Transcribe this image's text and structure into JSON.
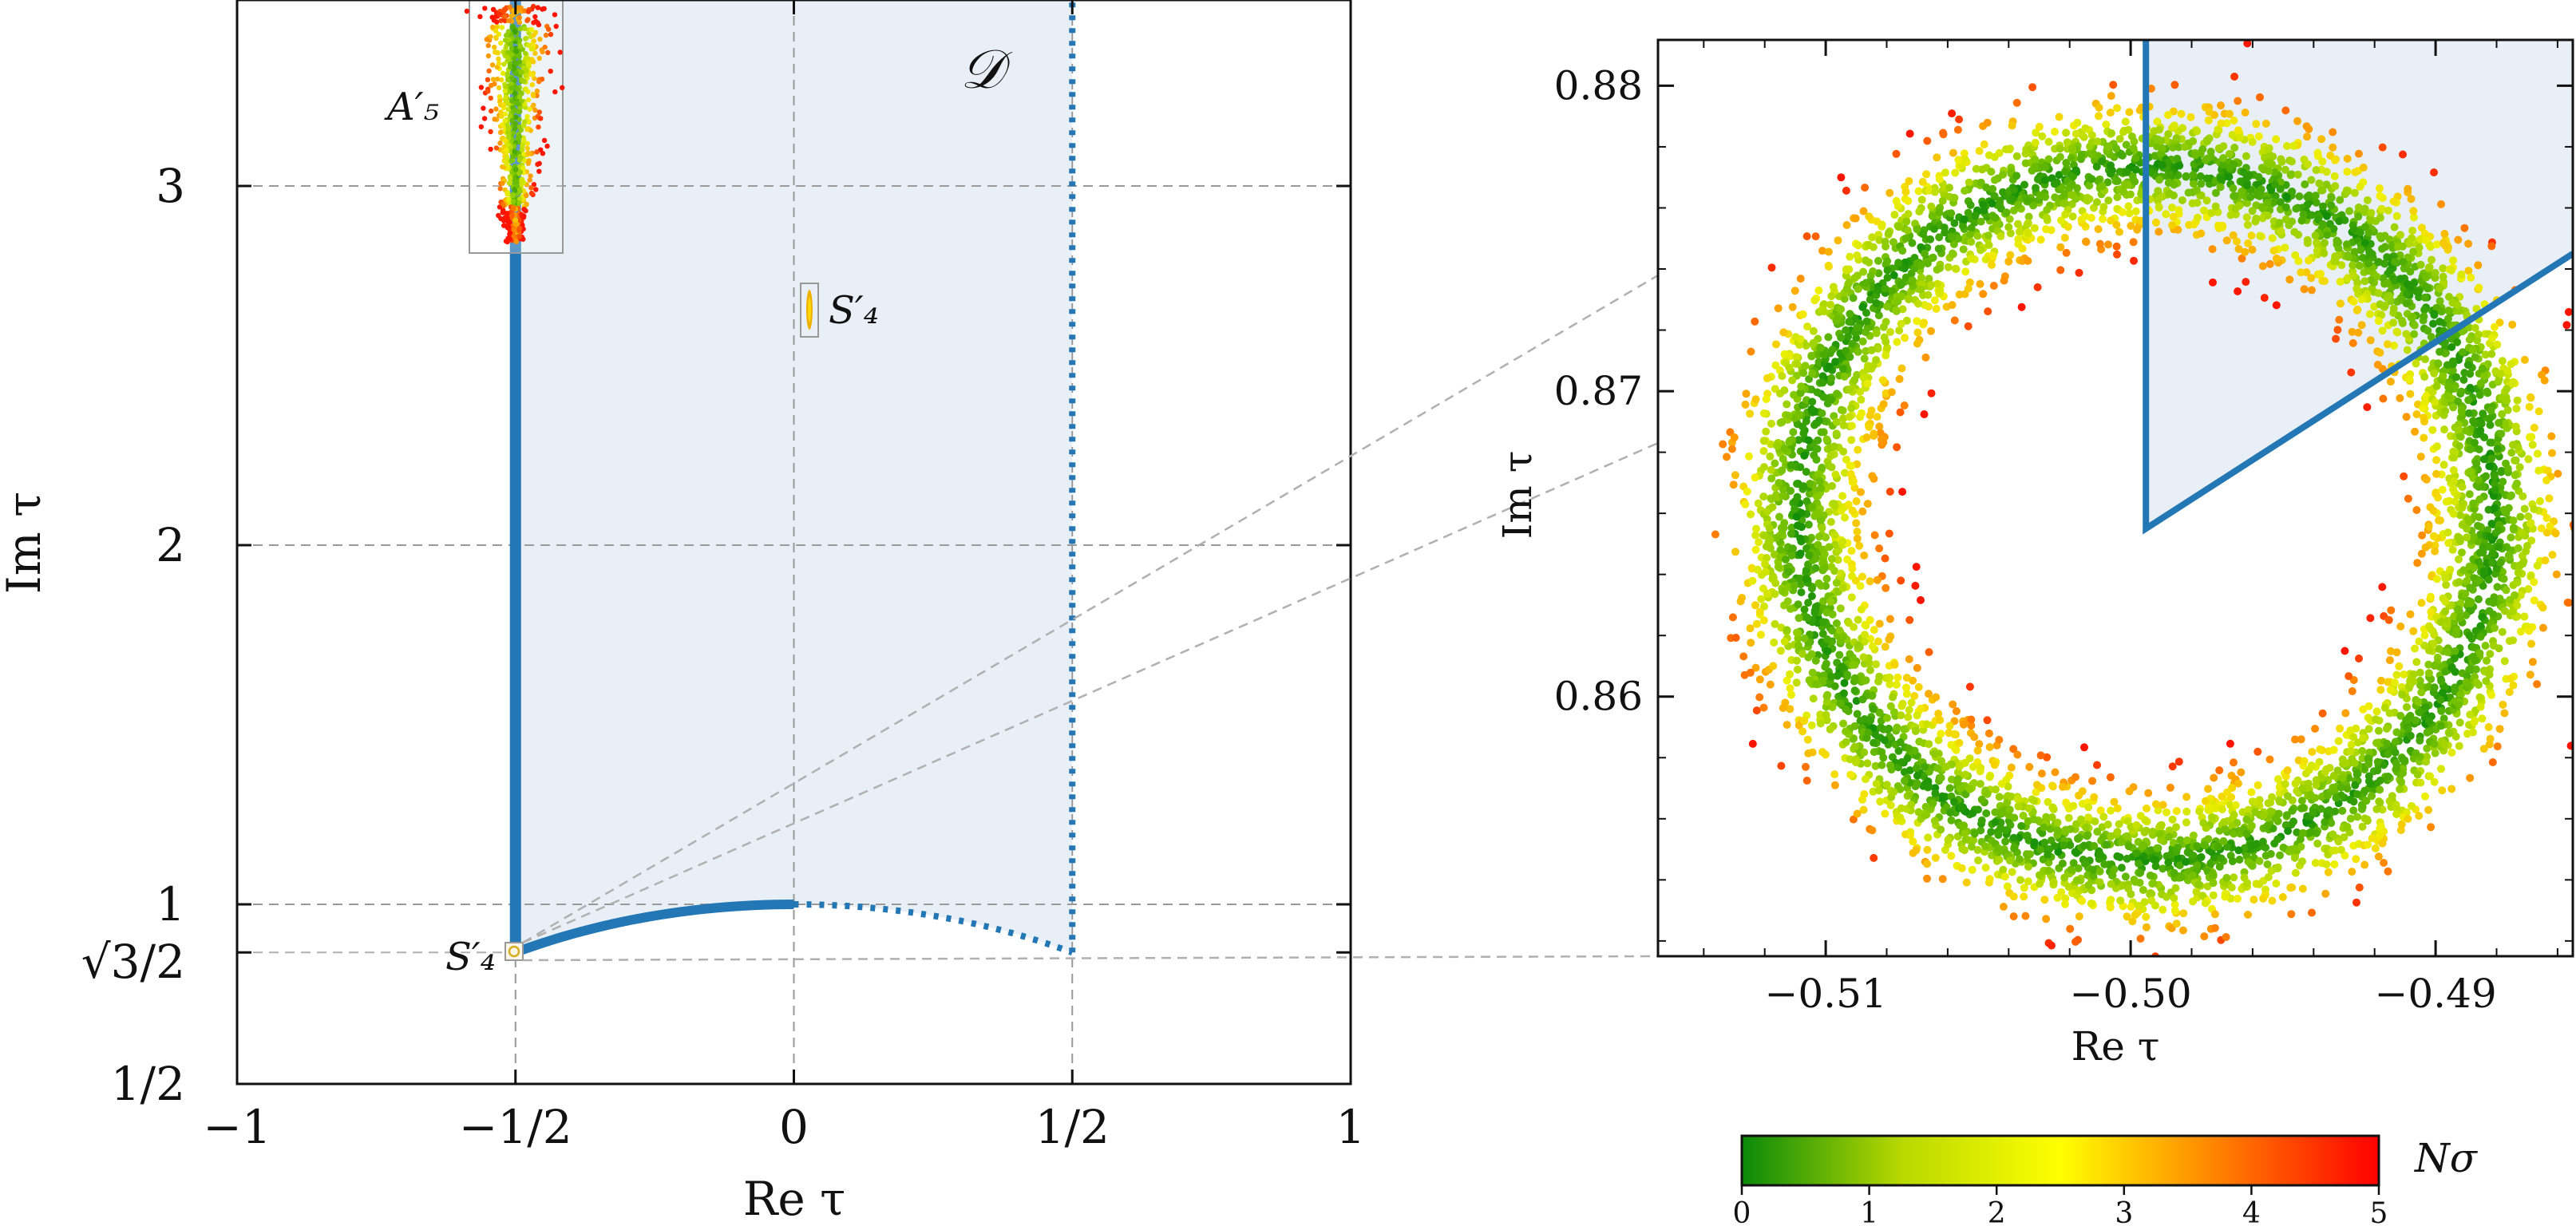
{
  "chart_data": [
    {
      "type": "scatter",
      "panel": "fundamental-domain",
      "xlabel": "Re τ",
      "ylabel": "Im τ",
      "xlim": [
        -1,
        1
      ],
      "ylim": [
        0.5,
        3.5
      ],
      "xticks": [
        {
          "value": -1,
          "label": "−1"
        },
        {
          "value": -0.5,
          "label": "−1/2"
        },
        {
          "value": 0,
          "label": "0"
        },
        {
          "value": 0.5,
          "label": "1/2"
        },
        {
          "value": 1,
          "label": "1"
        }
      ],
      "yticks": [
        {
          "value": 0.5,
          "label": "1/2"
        },
        {
          "value": 0.8660254,
          "label": "√3/2"
        },
        {
          "value": 1,
          "label": "1"
        },
        {
          "value": 2,
          "label": "2"
        },
        {
          "value": 3,
          "label": "3"
        }
      ],
      "grid_h": [
        1,
        2,
        3
      ],
      "grid_v": [
        -0.5,
        0,
        0.5
      ],
      "region_label": "𝒟",
      "annotations": [
        {
          "label": "A′₅",
          "tau": [
            -0.5,
            3.2
          ],
          "note": "posterior cloud (tall, from ~2.8 to above 3.5)"
        },
        {
          "label": "S′₄",
          "tau": [
            0.03,
            2.63
          ],
          "note": "small elongated posterior"
        },
        {
          "label": "S′₄",
          "tau": [
            -0.5,
            0.866
          ],
          "note": "ring posterior, shown in zoom panel"
        }
      ],
      "grid": true
    },
    {
      "type": "scatter",
      "panel": "zoom-inset",
      "xlabel": "Re τ",
      "ylabel": "Im τ",
      "xlim": [
        -0.5155,
        -0.4855
      ],
      "ylim": [
        0.8515,
        0.8815
      ],
      "xticks": [
        {
          "value": -0.51,
          "label": "−0.51"
        },
        {
          "value": -0.5,
          "label": "−0.50"
        },
        {
          "value": -0.49,
          "label": "−0.49"
        }
      ],
      "yticks": [
        {
          "value": 0.86,
          "label": "0.86"
        },
        {
          "value": 0.87,
          "label": "0.87"
        },
        {
          "value": 0.88,
          "label": "0.88"
        }
      ],
      "ring": {
        "center": [
          -0.4995,
          0.866
        ],
        "inner_radius": 0.0093,
        "outer_radius": 0.0137,
        "core_radius": 0.0114
      },
      "grid": false
    }
  ],
  "colorbar": {
    "label": "Nσ",
    "ticks": [
      "0",
      "1",
      "2",
      "3",
      "4",
      "5"
    ],
    "range": [
      0,
      5
    ],
    "colors": [
      "#0a8a0a",
      "#b8d800",
      "#ffff00",
      "#ff8000",
      "#ff0000"
    ]
  },
  "colors": {
    "boundary": "#2377b5",
    "region_fill": "#e8eff6",
    "grid": "#999999",
    "guide": "#b0b0b0"
  }
}
